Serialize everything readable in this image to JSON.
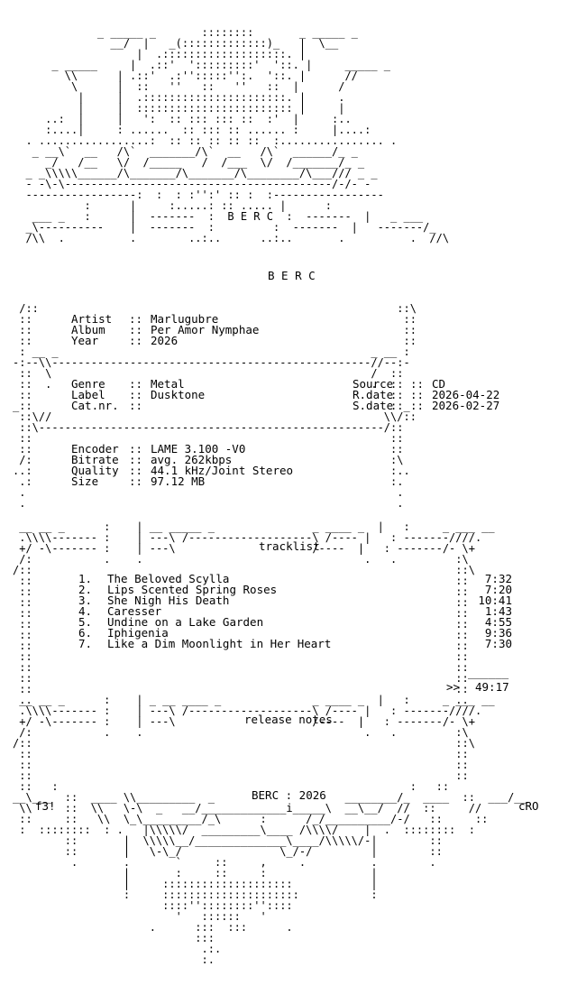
{
  "banner_group": "B E R C",
  "release": {
    "artist_label": "Artist",
    "artist": "Marlugubre",
    "album_label": "Album",
    "album": "Per Amor Nymphae",
    "year_label": "Year",
    "year": "2026",
    "genre_label": "Genre",
    "genre": "Metal",
    "label_label": "Label",
    "label": "Dusktone",
    "catnr_label": "Cat.nr.",
    "catnr": "",
    "source_label": "Source",
    "source": "CD",
    "rdate_label": "R.date",
    "rdate": "2026-04-22",
    "sdate_label": "S.date",
    "sdate": "2026-02-27"
  },
  "encoding": {
    "encoder_label": "Encoder",
    "encoder": "LAME 3.100 -V0",
    "bitrate_label": "Bitrate",
    "bitrate": "avg. 262kbps",
    "quality_label": "Quality",
    "quality": "44.1 kHz/Joint Stereo",
    "size_label": "Size",
    "size": "97.12 MB"
  },
  "separator": "::",
  "tracklist_title": "tracklist",
  "tracks": [
    {
      "num": "1.",
      "title": "The Beloved Scylla",
      "time": "7:32"
    },
    {
      "num": "2.",
      "title": "Lips Scented Spring Roses",
      "time": "7:20"
    },
    {
      "num": "3.",
      "title": "She Nigh His Death",
      "time": "10:41"
    },
    {
      "num": "4.",
      "title": "Caresser",
      "time": "1:43"
    },
    {
      "num": "5.",
      "title": "Undine on a Lake Garden",
      "time": "4:55"
    },
    {
      "num": "6.",
      "title": "Iphigenia",
      "time": "9:36"
    },
    {
      "num": "7.",
      "title": "Like a Dim Moonlight in Her Heart",
      "time": "7:30"
    }
  ],
  "total_underline": "______",
  "total_prefix": ">>",
  "total_time": "49:17",
  "notes_title": "release notes",
  "footer_credit": "BERC : 2026",
  "footer_left_tag": "f3!",
  "footer_right_tag": "cRO"
}
